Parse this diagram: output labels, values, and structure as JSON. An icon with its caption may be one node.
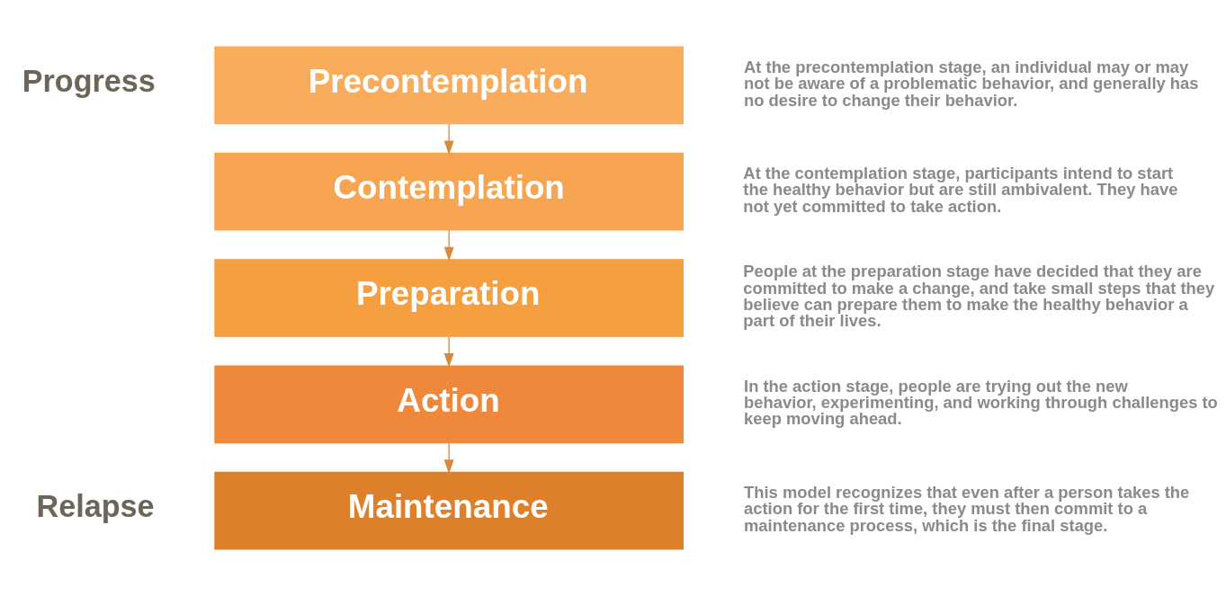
{
  "diagram": {
    "nodes": [
      {
        "text": [
          "Precontemplation"
        ],
        "beside": [
          "At the precontemplation stage, an individual may or may not be aware of a problematic behavior, and generally has no desire to change their behavior."
        ]
      },
      {
        "text": [
          "Contemplation"
        ],
        "beside": [
          "At the contemplation stage, participants intend to start the healthy behavior but are still ambivalent. They have not yet committed to take action."
        ]
      },
      {
        "text": [
          "Preparation"
        ],
        "beside": [
          "People at the preparation stage have decided that they are committed to make a change, and take small steps that they believe can prepare them to make the healthy behavior a part of their lives."
        ]
      },
      {
        "text": [
          "Action"
        ],
        "beside": [
          "In the action stage, people are trying out the new behavior, experimenting, and working through challenges to keep moving ahead."
        ]
      },
      {
        "text": [
          "Maintenance"
        ],
        "beside": [
          "This model recognizes that even after a person takes the action for the first time, they must then commit to a maintenance process, which is the final stage."
        ]
      }
    ],
    "edges": [
      {
        "from": 0,
        "to": 1,
        "arrow": "to"
      },
      {
        "from": 1,
        "to": 2,
        "arrow": "to"
      },
      {
        "from": 2,
        "to": 3,
        "arrow": "to"
      },
      {
        "from": 3,
        "to": 4,
        "arrow": "to"
      }
    ],
    "labels": [
      "Progress",
      "Relapse"
    ]
  }
}
